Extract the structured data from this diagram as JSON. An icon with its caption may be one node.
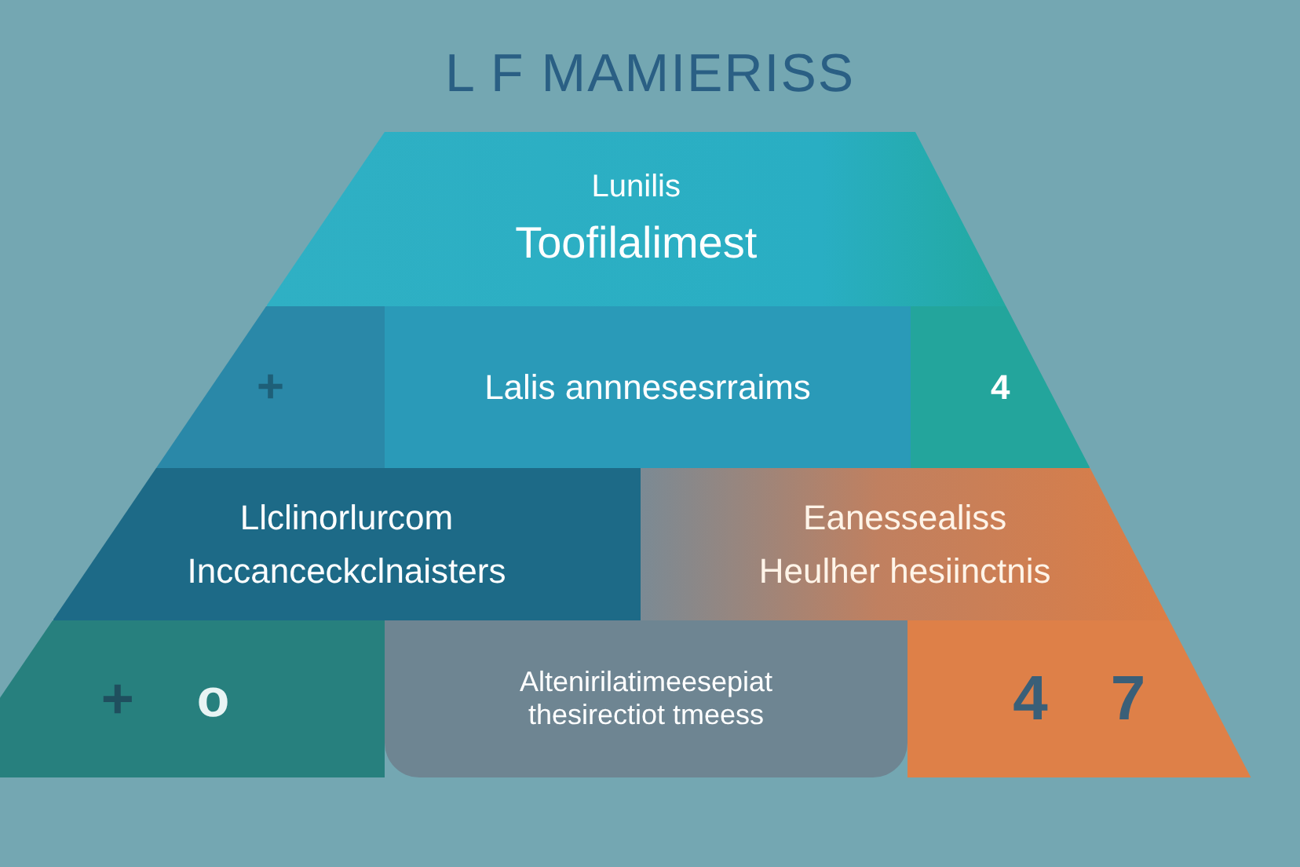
{
  "diagram": {
    "title": "L F MAMIERISS",
    "nodes": [
      {
        "text": [
          "Lunilis",
          "Toofilalimest"
        ]
      },
      {
        "text": [
          "+"
        ]
      },
      {
        "text": [
          "Lalis annnesesrraims"
        ]
      },
      {
        "text": [
          "4"
        ]
      },
      {
        "text": [
          "Llclinorlurcom",
          "Inccanceckclnaisters"
        ]
      },
      {
        "text": [
          "Eanessealiss",
          "Heulher hesiinctnis"
        ]
      },
      {
        "text": [
          "+",
          "o"
        ]
      },
      {
        "text": [
          "Altenirilatimeesepiat thesirectiot tmeess"
        ]
      },
      {
        "text": [
          "4",
          "7"
        ]
      }
    ]
  }
}
